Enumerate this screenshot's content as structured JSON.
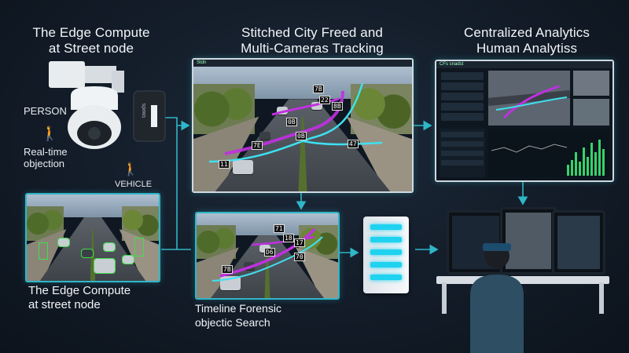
{
  "headings": {
    "edge_compute_top": "The Edge Compute\nat Street node",
    "stitched": "Stitched City Freed and\nMulti-Cameras Tracking",
    "centralized": "Centralized Analytics\nHuman Analytiss"
  },
  "labels": {
    "person": "PERSON",
    "realtime": "Real-time\nobjection",
    "vehicle": "VEHICLE",
    "edge_compute_bottom": "The Edge Compute\nat street node",
    "timeline": "Timeline Forensic\nobjectic Search",
    "camera_brand": "tawds"
  },
  "main_feed": {
    "window_title": "Stdn",
    "track_ids": [
      "7B",
      "22",
      "8B",
      "0B",
      "7E",
      "11",
      "0B",
      "47"
    ]
  },
  "forensic_feed": {
    "track_ids": [
      "71",
      "D6",
      "18",
      "7B",
      "17",
      "70"
    ]
  },
  "analytics": {
    "window_title": "CFs snadst"
  },
  "colors": {
    "accent": "#2fb6c8",
    "track_cyan": "#3fe0f0",
    "track_magenta": "#c030e0",
    "bars": "#36d36a"
  }
}
